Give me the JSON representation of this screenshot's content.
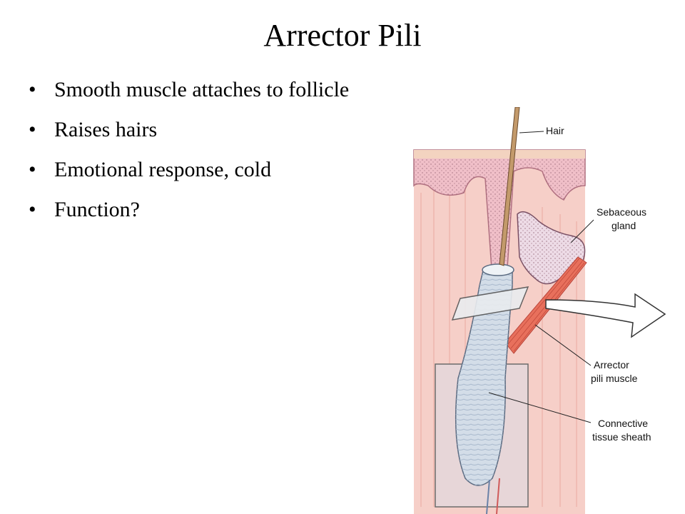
{
  "slide": {
    "title": "Arrector Pili",
    "bullets": [
      "Smooth muscle attaches to follicle",
      "Raises hairs",
      "Emotional response, cold",
      "Function?"
    ],
    "bullet_glyph": "•"
  },
  "diagram": {
    "labels": {
      "hair": "Hair",
      "sebaceous_line1": "Sebaceous",
      "sebaceous_line2": "gland",
      "arrector_line1": "Arrector",
      "arrector_line2": "pili muscle",
      "sheath_line1": "Connective",
      "sheath_line2": "tissue sheath"
    },
    "colors": {
      "dermis": "#f6cfc8",
      "epidermis": "#f0bfc8",
      "sheath": "#d3dde8",
      "muscle": "#e8705c",
      "hair": "#c39a6b"
    }
  }
}
